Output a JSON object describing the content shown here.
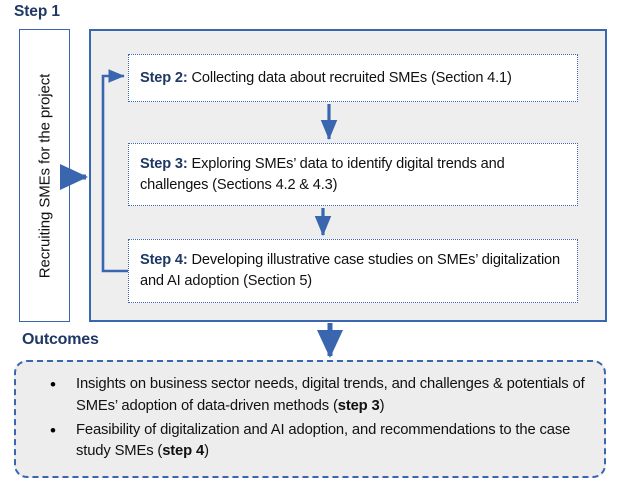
{
  "diagram": {
    "title_label": "Step 1",
    "outcomes_label": "Outcomes",
    "colors": {
      "heading_navy": "#1F3864",
      "border_blue": "#3A66B0",
      "arrow_blue": "#3A66B0",
      "container_fill": "#EEEEEE",
      "box_fill": "#FFFFFF",
      "outcomes_fill": "#EDEDED",
      "text_black": "#111111"
    },
    "recruit_box": {
      "text": "Recruiting SMEs for the project",
      "orientation": "vertical-bottom-to-top"
    },
    "steps": [
      {
        "id": "step2",
        "lead": "Step 2:",
        "body": " Collecting data about recruited SMEs (Section 4.1)"
      },
      {
        "id": "step3",
        "lead": "Step 3:",
        "body": "  Exploring SMEs’ data to identify digital trends and challenges (Sections 4.2 & 4.3)"
      },
      {
        "id": "step4",
        "lead": "Step 4:",
        "body": "  Developing illustrative case studies on SMEs’ digitalization and AI adoption (Section 5)"
      }
    ],
    "outcomes": [
      {
        "prefix": "Insights on business sector needs, digital trends, and challenges & potentials of SMEs’ adoption of data-driven methods (",
        "emphasis": "step 3",
        "suffix": ")"
      },
      {
        "prefix": "Feasibility of digitalization and AI adoption, and recommendations to the case study SMEs (",
        "emphasis": "step 4",
        "suffix": ")"
      }
    ],
    "connectors": [
      {
        "name": "recruit-to-process-arrow",
        "direction": "right"
      },
      {
        "name": "branch-to-step2-arrow",
        "direction": "up-right"
      },
      {
        "name": "step2-to-step3-arrow",
        "direction": "down"
      },
      {
        "name": "step3-to-step4-arrow",
        "direction": "down"
      },
      {
        "name": "process-to-outcomes-arrow",
        "direction": "down"
      }
    ]
  }
}
